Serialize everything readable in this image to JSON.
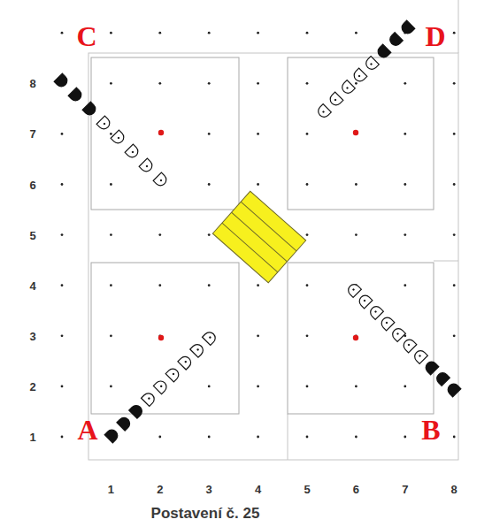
{
  "diagram": {
    "caption": "Postavení č. 25",
    "labels": [
      "C",
      "D",
      "A",
      "B",
      "8",
      "7",
      "6",
      "5",
      "4",
      "3",
      "2",
      "1",
      "1",
      "2",
      "3",
      "4",
      "5",
      "6",
      "7",
      "8"
    ]
  }
}
